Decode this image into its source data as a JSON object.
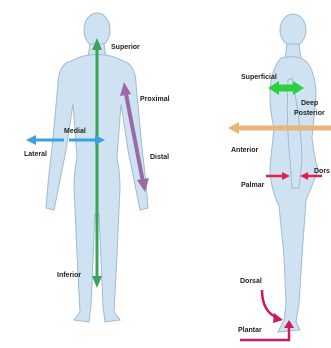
{
  "colors": {
    "body_fill": "#cfe2f1",
    "body_stroke": "#9fbbd3",
    "vertical_axis": "#3aa35a",
    "medial_lateral": "#3d9fe0",
    "proximal_distal": "#9a6aa8",
    "superficial_deep": "#2bd13d",
    "anterior_posterior": "#e8b67a",
    "palmar_dorsal": "#e0204a",
    "foot": "#d1185f"
  },
  "left_figure": {
    "superior": "Superior",
    "proximal": "Proximal",
    "medial": "Medial",
    "lateral": "Lateral",
    "distal": "Distal",
    "inferior": "Inferior"
  },
  "right_figure": {
    "superficial": "Superficial",
    "deep": "Deep",
    "posterior": "Posterior",
    "anterior": "Anterior",
    "dorsal_hand": "Dors",
    "palmar": "Palmar",
    "dorsal_foot": "Dorsal",
    "plantar": "Plantar"
  }
}
